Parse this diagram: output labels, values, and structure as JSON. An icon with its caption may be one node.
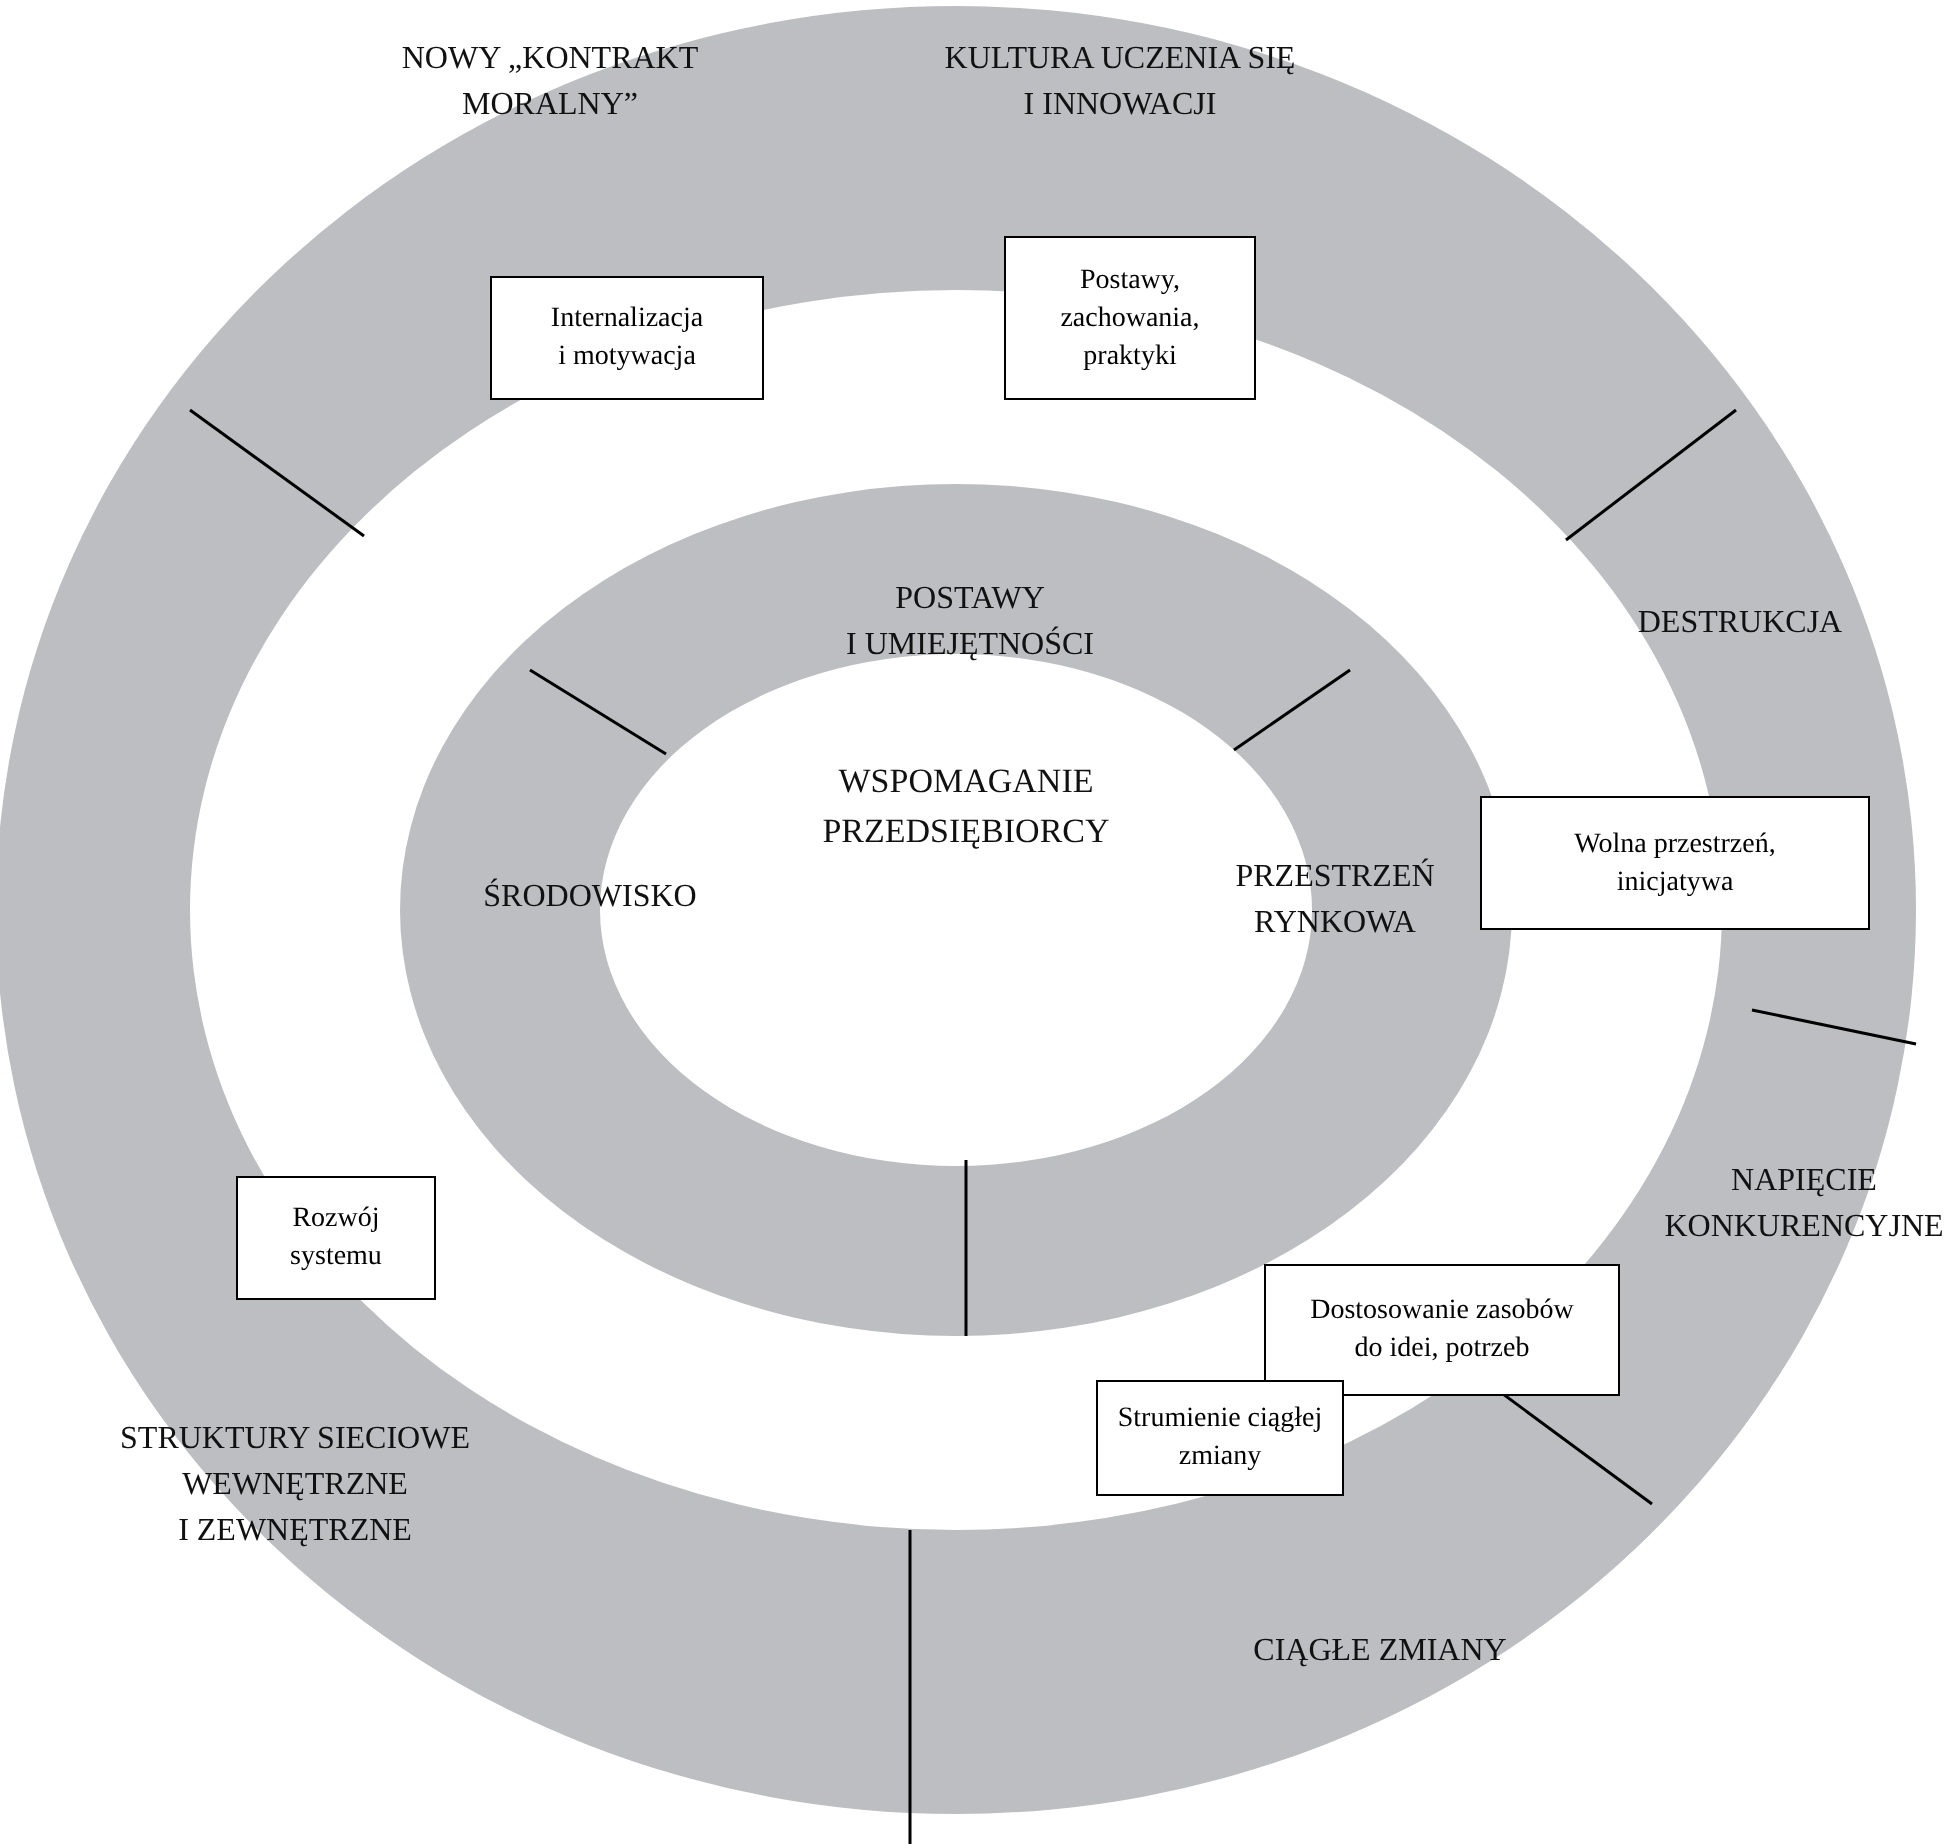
{
  "diagram": {
    "nodes": [
      {
        "text": [
          "WSPOMAGANIE PRZEDSIĘBIORCY"
        ]
      },
      {
        "text": [
          "Internalizacja i motywacja"
        ]
      },
      {
        "text": [
          "Postawy, zachowania, praktyki"
        ]
      },
      {
        "text": [
          "Wolna przestrzeń, inicjatywa"
        ]
      },
      {
        "text": [
          "Rozwój systemu"
        ]
      },
      {
        "text": [
          "Dostosowanie zasobów do idei, potrzeb"
        ]
      },
      {
        "text": [
          "Strumienie ciągłej zmiany"
        ]
      }
    ],
    "labels": [
      "NOWY „KONTRAKT MORALNY”",
      "KULTURA UCZENIA SIĘ I INNOWACJI",
      "DESTRUKCJA",
      "POSTAWY I UMIEJĘTNOŚCI",
      "ŚRODOWISKO",
      "PRZESTRZEŃ RYNKOWA",
      "NAPIĘCIE KONKURENCYJNE",
      "STRUKTURY SIECIOWE WEWNĘTRZNE I ZEWNĘTRZNE",
      "CIĄGŁE ZMIANY"
    ]
  }
}
